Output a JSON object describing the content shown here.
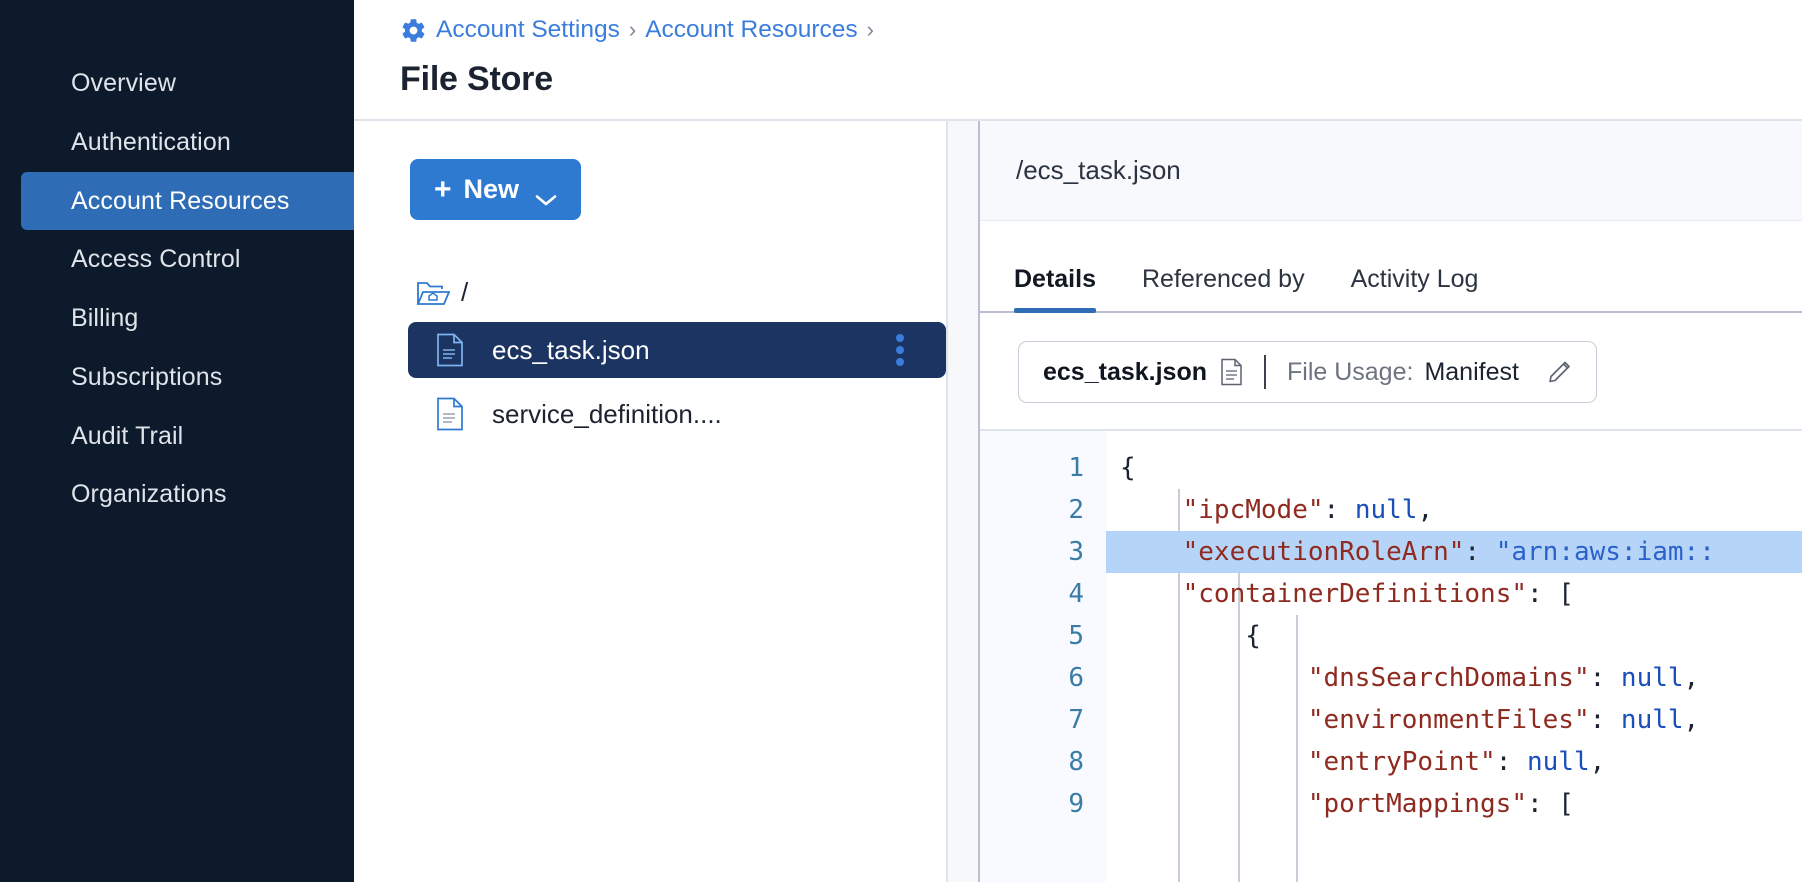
{
  "sidebar": {
    "items": [
      {
        "label": "Overview",
        "active": false
      },
      {
        "label": "Authentication",
        "active": false
      },
      {
        "label": "Account Resources",
        "active": true
      },
      {
        "label": "Access Control",
        "active": false
      },
      {
        "label": "Billing",
        "active": false
      },
      {
        "label": "Subscriptions",
        "active": false
      },
      {
        "label": "Audit Trail",
        "active": false
      },
      {
        "label": "Organizations",
        "active": false
      }
    ]
  },
  "header": {
    "breadcrumb": [
      {
        "label": "Account Settings"
      },
      {
        "label": "Account Resources"
      }
    ],
    "separator": "›",
    "trailing_separator": "›",
    "title": "File Store",
    "gear_icon": "gear-icon",
    "accent_color": "#3b7ddd"
  },
  "tree_pane": {
    "new_button": {
      "plus": "+",
      "label": "New",
      "chevron": "chevron-down-icon"
    },
    "root": {
      "icon": "folder-home-icon",
      "label": "/"
    },
    "files": [
      {
        "name": "ecs_task.json",
        "icon": "file-document-icon",
        "selected": true,
        "menu_icon": "kebab-menu-icon"
      },
      {
        "name": "service_definition....",
        "icon": "file-document-icon",
        "selected": false,
        "menu_icon": null
      }
    ]
  },
  "details_pane": {
    "path": "/ecs_task.json",
    "tabs": [
      {
        "label": "Details",
        "active": true
      },
      {
        "label": "Referenced by",
        "active": false
      },
      {
        "label": "Activity Log",
        "active": false
      }
    ],
    "info_card": {
      "file_name": "ecs_task.json",
      "file_icon": "file-document-icon",
      "usage_label": "File Usage:",
      "usage_value": "Manifest",
      "edit_icon": "pencil-edit-icon"
    },
    "editor": {
      "highlight_line": 3,
      "lines": [
        {
          "n": 1,
          "indent": 0,
          "tokens": [
            {
              "t": "punc",
              "v": "{"
            }
          ]
        },
        {
          "n": 2,
          "indent": 2,
          "tokens": [
            {
              "t": "key",
              "v": "\"ipcMode\""
            },
            {
              "t": "punc",
              "v": ": "
            },
            {
              "t": "null",
              "v": "null"
            },
            {
              "t": "punc",
              "v": ","
            }
          ]
        },
        {
          "n": 3,
          "indent": 2,
          "tokens": [
            {
              "t": "key",
              "v": "\"executionRoleArn\""
            },
            {
              "t": "punc",
              "v": ": "
            },
            {
              "t": "str",
              "v": "\"arn:aws:iam::"
            }
          ]
        },
        {
          "n": 4,
          "indent": 2,
          "tokens": [
            {
              "t": "key",
              "v": "\"containerDefinitions\""
            },
            {
              "t": "punc",
              "v": ": ["
            }
          ]
        },
        {
          "n": 5,
          "indent": 4,
          "tokens": [
            {
              "t": "punc",
              "v": "{"
            }
          ]
        },
        {
          "n": 6,
          "indent": 6,
          "tokens": [
            {
              "t": "key",
              "v": "\"dnsSearchDomains\""
            },
            {
              "t": "punc",
              "v": ": "
            },
            {
              "t": "null",
              "v": "null"
            },
            {
              "t": "punc",
              "v": ","
            }
          ]
        },
        {
          "n": 7,
          "indent": 6,
          "tokens": [
            {
              "t": "key",
              "v": "\"environmentFiles\""
            },
            {
              "t": "punc",
              "v": ": "
            },
            {
              "t": "null",
              "v": "null"
            },
            {
              "t": "punc",
              "v": ","
            }
          ]
        },
        {
          "n": 8,
          "indent": 6,
          "tokens": [
            {
              "t": "key",
              "v": "\"entryPoint\""
            },
            {
              "t": "punc",
              "v": ": "
            },
            {
              "t": "null",
              "v": "null"
            },
            {
              "t": "punc",
              "v": ","
            }
          ]
        },
        {
          "n": 9,
          "indent": 6,
          "tokens": [
            {
              "t": "key",
              "v": "\"portMappings\""
            },
            {
              "t": "punc",
              "v": ": ["
            }
          ]
        }
      ]
    }
  }
}
